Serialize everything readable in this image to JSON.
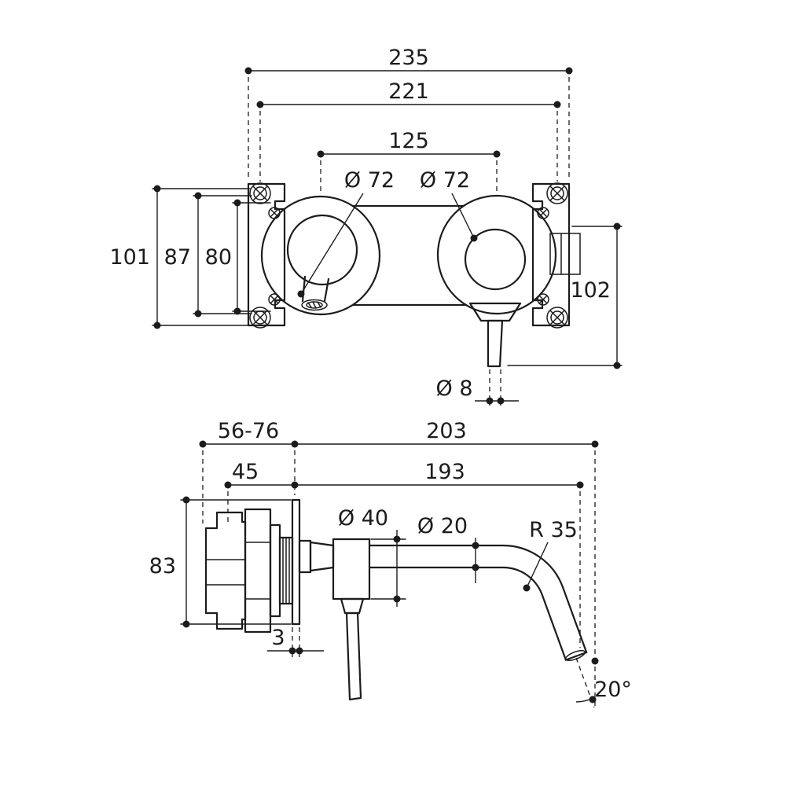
{
  "meta": {
    "ink_color": "#1c1c1c",
    "background_color": "#ffffff"
  },
  "drawing": {
    "front_view": {
      "overall_width": "235",
      "fixing_centers_width": "221",
      "outlet_centers": "125",
      "left_rosette_diameter": "Ø 72",
      "right_rosette_diameter": "Ø 72",
      "overall_height": "101",
      "fixing_height": "87",
      "body_height": "80",
      "handle_drop": "102",
      "handle_rod_diameter": "Ø 8"
    },
    "side_view": {
      "wall_depth_range": "56-76",
      "overall_reach": "203",
      "outlet_reach": "193",
      "body_depth": "45",
      "escutcheon_diameter": "Ø 40",
      "spout_diameter": "Ø 20",
      "bend_radius": "R 35",
      "plate_height": "83",
      "plate_thickness": "3",
      "outlet_angle": "20°"
    }
  }
}
